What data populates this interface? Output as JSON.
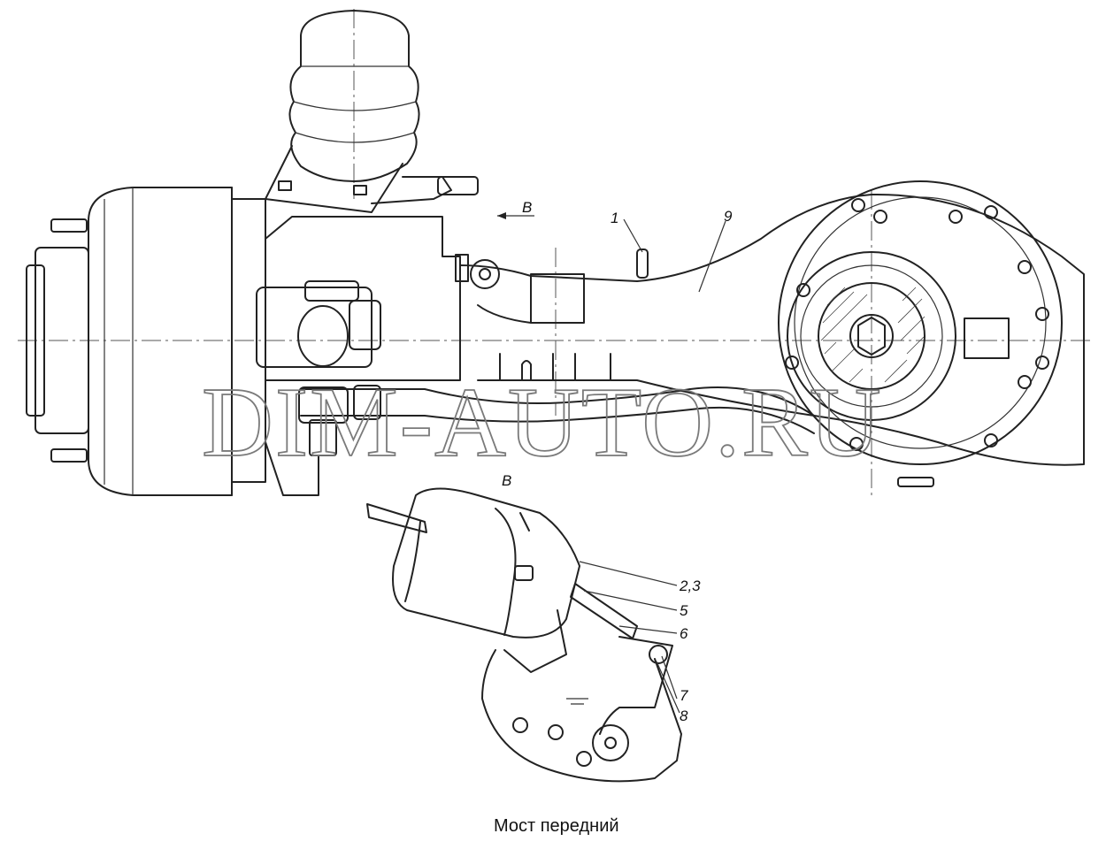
{
  "view_marker": "B",
  "section_label": "B",
  "callouts": [
    {
      "id": "c1",
      "text": "1"
    },
    {
      "id": "c9",
      "text": "9"
    },
    {
      "id": "c23",
      "text": "2,3"
    },
    {
      "id": "c5",
      "text": "5"
    },
    {
      "id": "c6",
      "text": "6"
    },
    {
      "id": "c7",
      "text": "7"
    },
    {
      "id": "c8",
      "text": "8"
    }
  ],
  "caption": "Мост передний",
  "watermark": "DIM-AUTO.RU"
}
